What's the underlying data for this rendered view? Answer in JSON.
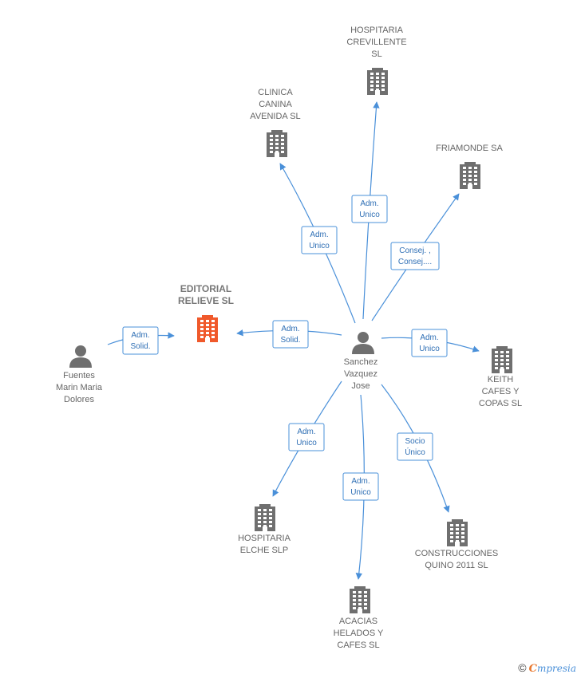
{
  "colors": {
    "edge": "#4a90d9",
    "company": "#6f6f6f",
    "focus_company": "#f0592b",
    "person": "#6f6f6f"
  },
  "center": {
    "id": "sanchez",
    "label": [
      "Sanchez",
      "Vazquez",
      "Jose"
    ]
  },
  "nodes": [
    {
      "id": "sanchez",
      "kind": "person",
      "label": [
        "Sanchez",
        "Vazquez",
        "Jose"
      ]
    },
    {
      "id": "fuentes",
      "kind": "person",
      "label": [
        "Fuentes",
        "Marin Maria",
        "Dolores"
      ]
    },
    {
      "id": "editorial",
      "kind": "company",
      "focus": true,
      "label": [
        "EDITORIAL",
        "RELIEVE  SL"
      ]
    },
    {
      "id": "crevillente",
      "kind": "company",
      "label": [
        "HOSPITARIA",
        "CREVILLENTE",
        "SL"
      ]
    },
    {
      "id": "clinica",
      "kind": "company",
      "label": [
        "CLINICA",
        "CANINA",
        "AVENIDA SL"
      ]
    },
    {
      "id": "friamonde",
      "kind": "company",
      "label": [
        "FRIAMONDE SA"
      ]
    },
    {
      "id": "keith",
      "kind": "company",
      "label": [
        "KEITH",
        "CAFES Y",
        "COPAS SL"
      ]
    },
    {
      "id": "elche",
      "kind": "company",
      "label": [
        "HOSPITARIA",
        "ELCHE  SLP"
      ]
    },
    {
      "id": "acacias",
      "kind": "company",
      "label": [
        "ACACIAS",
        "HELADOS Y",
        "CAFES SL"
      ]
    },
    {
      "id": "construcciones",
      "kind": "company",
      "label": [
        "CONSTRUCCIONES",
        "QUINO 2011 SL"
      ]
    }
  ],
  "edges": [
    {
      "from": "fuentes",
      "to": "editorial",
      "label": [
        "Adm.",
        "Solid."
      ]
    },
    {
      "from": "sanchez",
      "to": "editorial",
      "label": [
        "Adm.",
        "Solid."
      ]
    },
    {
      "from": "sanchez",
      "to": "clinica",
      "label": [
        "Adm.",
        "Unico"
      ]
    },
    {
      "from": "sanchez",
      "to": "crevillente",
      "label": [
        "Adm.",
        "Unico"
      ]
    },
    {
      "from": "sanchez",
      "to": "friamonde",
      "label": [
        "Consej. ,",
        "Consej...."
      ]
    },
    {
      "from": "sanchez",
      "to": "keith",
      "label": [
        "Adm.",
        "Unico"
      ]
    },
    {
      "from": "sanchez",
      "to": "elche",
      "label": [
        "Adm.",
        "Unico"
      ]
    },
    {
      "from": "sanchez",
      "to": "acacias",
      "label": [
        "Adm.",
        "Unico"
      ]
    },
    {
      "from": "sanchez",
      "to": "construcciones",
      "label": [
        "Socio",
        "Único"
      ]
    }
  ],
  "footer": {
    "copyright": "©",
    "brand_first": "C",
    "brand_rest": "mpresia"
  }
}
